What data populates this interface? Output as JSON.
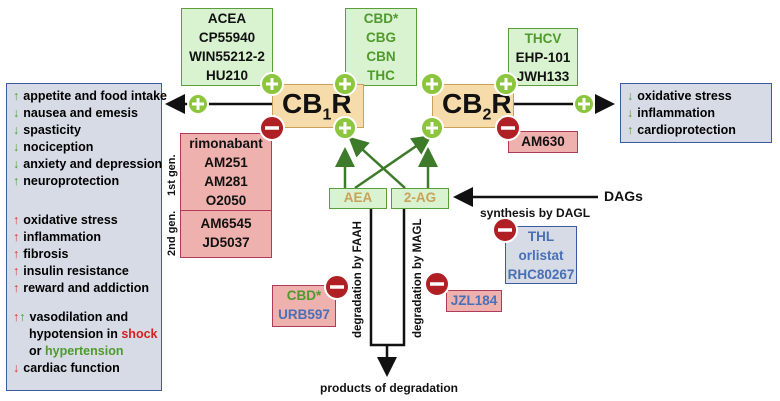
{
  "agonists_cb1": [
    "ACEA",
    "CP55940",
    "WIN55212-2",
    "HU210"
  ],
  "phyto": [
    "CBD*",
    "CBG",
    "CBN",
    "THC"
  ],
  "agonists_cb2": [
    {
      "text": "THCV",
      "color": "green"
    },
    {
      "text": "EHP-101",
      "color": "black"
    },
    {
      "text": "JWH133",
      "color": "black"
    }
  ],
  "cb1": {
    "main": "CB",
    "sub": "1",
    "tail": "R"
  },
  "cb2": {
    "main": "CB",
    "sub": "2",
    "tail": "R"
  },
  "cb1_effects_up": [
    {
      "dir": "up",
      "text": "appetite and food intake"
    },
    {
      "dir": "down",
      "text": "nausea and emesis"
    },
    {
      "dir": "down",
      "text": "spasticity"
    },
    {
      "dir": "down",
      "text": "nociception"
    },
    {
      "dir": "down",
      "text": "anxiety and depression"
    },
    {
      "dir": "up",
      "text": "neuroprotection"
    }
  ],
  "cb1_effects_block": [
    {
      "dir": "upr",
      "text": "oxidative stress"
    },
    {
      "dir": "upr",
      "text": "inflammation"
    },
    {
      "dir": "upr",
      "text": "fibrosis"
    },
    {
      "dir": "upr",
      "text": "insulin resistance"
    },
    {
      "dir": "upr",
      "text": "reward and addiction"
    }
  ],
  "vaso": {
    "line1": "vasodilation and",
    "line2a": "hypotension  in ",
    "shock": "shock",
    "line3a": "or ",
    "hypertension": "hypertension",
    "cardiac": "cardiac function"
  },
  "cb2_effects": [
    {
      "dir": "down",
      "text": "oxidative stress"
    },
    {
      "dir": "down",
      "text": "inflammation"
    },
    {
      "dir": "up",
      "text": "cardioprotection"
    }
  ],
  "gen1_label": "1st gen.",
  "gen2_label": "2nd gen.",
  "antagonists_gen1": [
    "rimonabant",
    "AM251",
    "AM281",
    "O2050"
  ],
  "antagonists_gen2": [
    "AM6545",
    "JD5037"
  ],
  "am630": "AM630",
  "aea": "AEA",
  "ag2": "2-AG",
  "dags": "DAGs",
  "synthesis": "synthesis by DAGL",
  "dagl_inhibitors": [
    "THL",
    "orlistat",
    "RHC80267"
  ],
  "faah_inhibitors": [
    {
      "text": "CBD*",
      "color": "green"
    },
    {
      "text": "URB597",
      "color": "blue"
    }
  ],
  "magl_inhibitor": "JZL184",
  "deg_faah": "degradation by FAAH",
  "deg_magl": "degradation by MAGL",
  "products": "products of degradation"
}
